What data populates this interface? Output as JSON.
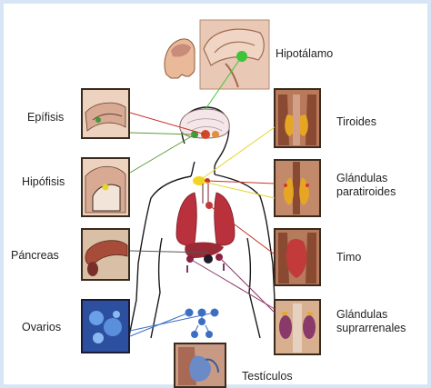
{
  "labels": {
    "hipotalamo": "Hipotálamo",
    "epifisis": "Epífisis",
    "tiroides": "Tiroides",
    "hipofisis": "Hipófisis",
    "glandulas_paratiroides_1": "Glándulas",
    "glandulas_paratiroides_2": "paratiroides",
    "pancreas": "Páncreas",
    "timo": "Timo",
    "ovarios": "Ovarios",
    "glandulas_suprarrenales_1": "Glándulas",
    "glandulas_suprarrenales_2": "suprarrenales",
    "testiculos": "Testículos"
  },
  "colors": {
    "background": "#d7e6f4",
    "panel": "#ffffff",
    "thumb_border": "#3a2a1c",
    "line_red": "#c4342c",
    "line_green": "#5e9a3a",
    "line_yellow": "#e6d629",
    "line_blue": "#3c6fc4",
    "line_dark": "#555555",
    "line_purple": "#8a3a6a"
  }
}
